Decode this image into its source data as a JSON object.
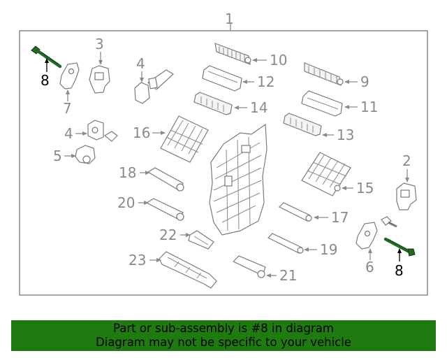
{
  "diagram": {
    "callouts": {
      "c1": "1",
      "c2": "2",
      "c3": "3",
      "c4a": "4",
      "c4b": "4",
      "c5": "5",
      "c6": "6",
      "c7": "7",
      "c8a": "8",
      "c8b": "8",
      "c9": "9",
      "c10": "10",
      "c11": "11",
      "c12": "12",
      "c13": "13",
      "c14": "14",
      "c15": "15",
      "c16": "16",
      "c17": "17",
      "c18": "18",
      "c19": "19",
      "c20": "20",
      "c21": "21",
      "c22": "22",
      "c23": "23"
    },
    "highlighted_part": "8"
  },
  "banner": {
    "line1": "Part or sub-assembly is #8 in diagram",
    "line2": "Diagram may not be specific to your vehicle"
  },
  "colors": {
    "banner_bg": "#1f7a0f",
    "highlight": "#1f6b1f",
    "line_gray": "#8a8a8a"
  }
}
